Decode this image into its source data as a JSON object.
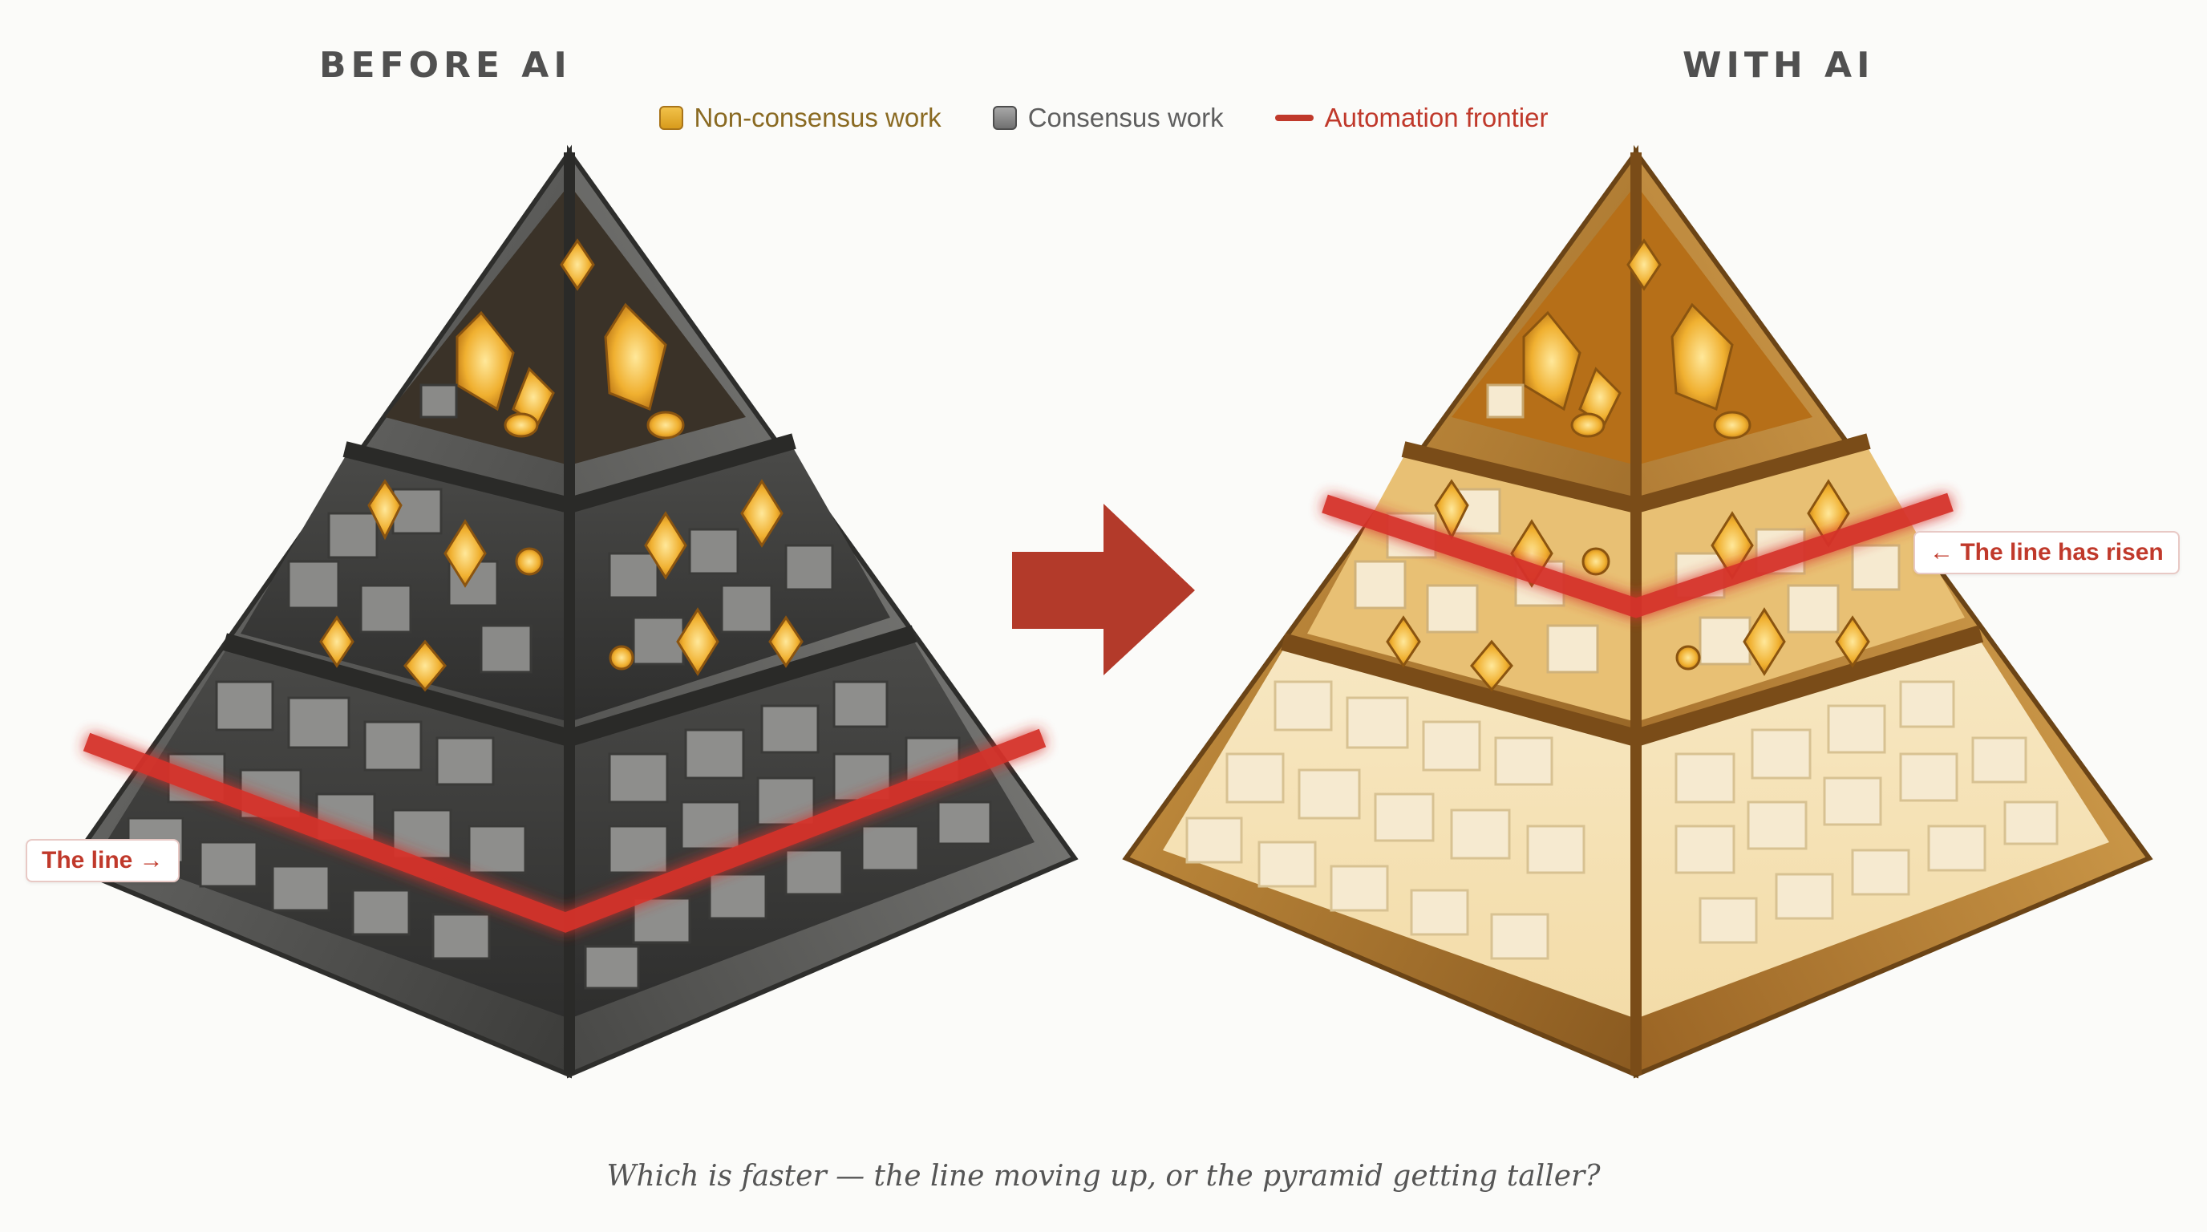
{
  "titles": {
    "before": "BEFORE AI",
    "after": "WITH AI"
  },
  "legend": [
    {
      "label": "Non-consensus work",
      "color": "#d9a520",
      "icon": "gold-square"
    },
    {
      "label": "Consensus work",
      "color": "#7a7a7a",
      "icon": "gray-square"
    },
    {
      "label": "Automation frontier",
      "color": "#c0392b",
      "icon": "red-line"
    }
  ],
  "callouts": {
    "before": "The line →",
    "after": "← The line has risen"
  },
  "caption": "Which is faster — the line moving up, or the pyramid getting taller?",
  "icons": {
    "transition_arrow": "right-arrow-icon"
  }
}
